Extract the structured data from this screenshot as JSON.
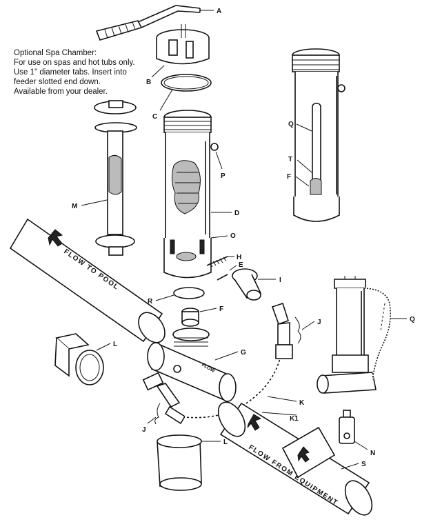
{
  "note": {
    "lines": [
      "Optional Spa Chamber:",
      "For use on spas and hot tubs only.",
      "Use 1\" diameter tabs. Insert into",
      "feeder slotted end down.",
      "Available from your dealer."
    ]
  },
  "labels": {
    "A": "A",
    "B": "B",
    "C": "C",
    "D": "D",
    "E": "E",
    "F_cap": "F",
    "F_top": "F",
    "G": "G",
    "H": "H",
    "I": "I",
    "J_right": "J",
    "J_left": "J",
    "K": "K",
    "K1": "K1",
    "L_top": "L",
    "L_bottom": "L",
    "M": "M",
    "N": "N",
    "O": "O",
    "P": "P",
    "Q_top": "Q",
    "Q_right": "Q",
    "R": "R",
    "S": "S",
    "T": "T"
  },
  "flow_text": {
    "to_pool": "FLOW TO POOL",
    "from_equipment": "FLOW FROM EQUIPMENT",
    "tee_marking": "FLOW"
  }
}
